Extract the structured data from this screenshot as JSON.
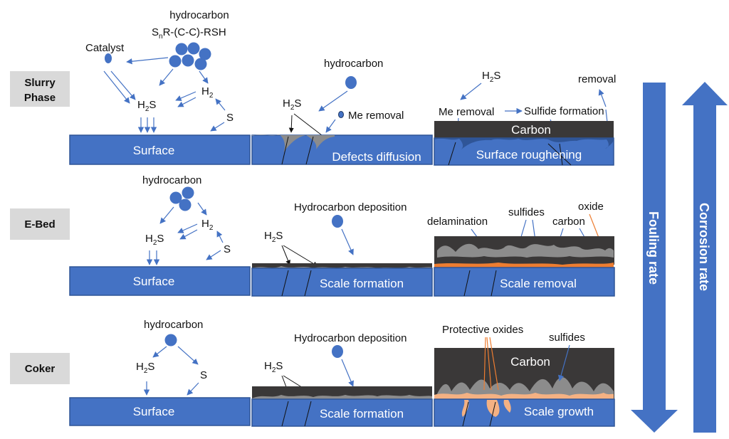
{
  "rows": {
    "slurry": {
      "label_line1": "Slurry",
      "label_line2": "Phase"
    },
    "ebed": {
      "label": "E-Bed"
    },
    "coker": {
      "label": "Coker"
    }
  },
  "species": {
    "hydrocarbon": "hydrocarbon",
    "formula": "SnR-(C-C)-RSH",
    "formula_main_a": "S",
    "formula_sub": "n",
    "formula_main_b": "R-(C-C)-RSH",
    "catalyst": "Catalyst",
    "h2s_main": "H",
    "h2s_sub": "2",
    "h2s_end": "S",
    "h2_main": "H",
    "h2_sub": "2",
    "s": "S"
  },
  "surfaces": {
    "surface": "Surface",
    "defects_diffusion": "Defects diffusion",
    "surface_roughening": "Surface roughening",
    "scale_formation": "Scale formation",
    "scale_removal": "Scale removal",
    "scale_growth": "Scale growth"
  },
  "labels": {
    "me_removal": "Me removal",
    "sulfide_formation": "Sulfide formation",
    "removal": "removal",
    "carbon_cap": "Carbon",
    "hydrocarbon_deposition": "Hydrocarbon deposition",
    "delamination": "delamination",
    "sulfides": "sulfides",
    "carbon": "carbon",
    "oxide": "oxide",
    "protective_oxides": "Protective oxides"
  },
  "rates": {
    "fouling": "Fouling rate",
    "corrosion": "Corrosion rate"
  },
  "colors": {
    "blue": "#4472c4",
    "blue_dark": "#2f5597",
    "dark_layer": "#3a3838",
    "gray_label": "#d9d9d9",
    "deposit_gray": "#8c8c8c",
    "oxide_orange": "#f4b183",
    "orange_line": "#ed7d31"
  }
}
